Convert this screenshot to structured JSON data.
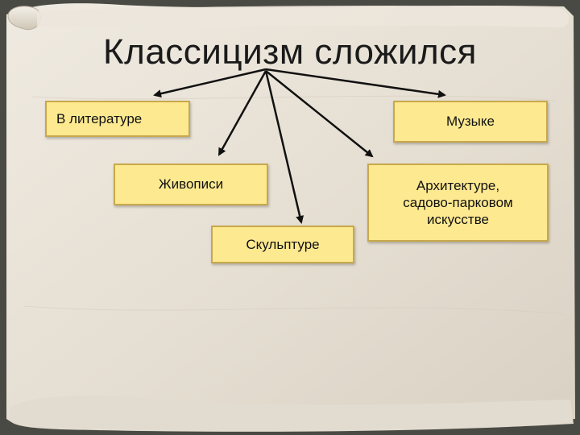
{
  "title": "Классицизм сложился",
  "nodes": {
    "literature": "В литературе",
    "music": "Музыке",
    "painting": "Живописи",
    "architecture": "Архитектуре,\nсадово-парковом\nискусстве",
    "sculpture": "Скульптуре"
  },
  "colors": {
    "box_fill": "#fde990",
    "box_border": "#c8a84a",
    "scroll": "#e9e3d8",
    "background": "#4a4a44",
    "arrow": "#111111"
  }
}
